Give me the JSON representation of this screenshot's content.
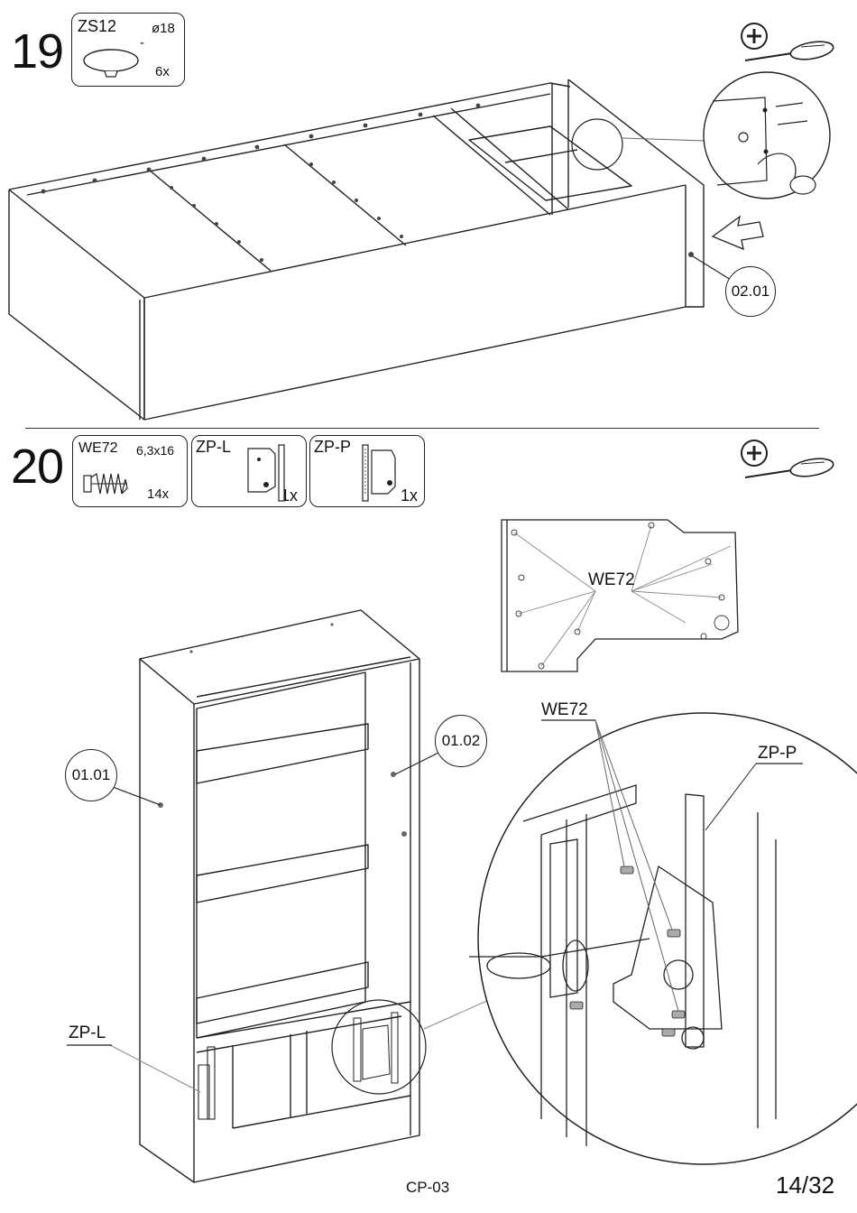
{
  "step19": {
    "number": "19",
    "part": {
      "code": "ZS12",
      "diameter": "ø18",
      "dash": "-",
      "qty": "6x"
    },
    "callout_panel": "02.01"
  },
  "step20": {
    "number": "20",
    "parts": [
      {
        "code": "WE72",
        "size": "6,3x16",
        "qty": "14x"
      },
      {
        "code": "ZP-L",
        "qty": "1x"
      },
      {
        "code": "ZP-P",
        "qty": "1x"
      }
    ],
    "label_we72_plate": "WE72",
    "label_we72_detail": "WE72",
    "label_zpp": "ZP-P",
    "label_zpl": "ZP-L",
    "callout_left": "01.01",
    "callout_right": "01.02"
  },
  "tools": {
    "icon": "plus-screwdriver-icon"
  },
  "footer": {
    "model": "CP-03",
    "page": "14/32"
  }
}
